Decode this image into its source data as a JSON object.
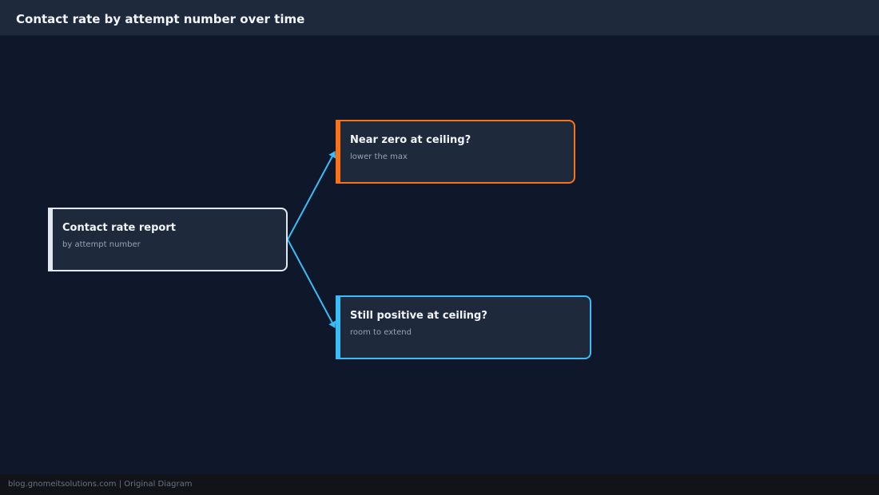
{
  "header": {
    "title": "Contact rate by attempt number over time"
  },
  "diagram": {
    "nodes": {
      "root": {
        "title": "Contact rate report",
        "subtitle": "by attempt number",
        "accent": "#e2e8f0"
      },
      "near_zero": {
        "title": "Near zero at ceiling?",
        "subtitle": "lower the max",
        "accent": "#f97316"
      },
      "still_positive": {
        "title": "Still positive at ceiling?",
        "subtitle": "room to extend",
        "accent": "#38bdf8"
      }
    },
    "edges": [
      {
        "from": "root",
        "to": "near_zero",
        "color": "#38bdf8"
      },
      {
        "from": "root",
        "to": "still_positive",
        "color": "#38bdf8"
      }
    ]
  },
  "footer": {
    "text": "blog.gnomeitsolutions.com | Original Diagram"
  },
  "colors": {
    "background": "#0f172a",
    "header_bg": "#1e293b",
    "node_bg": "#1e293b",
    "footer_bg": "#111318"
  }
}
